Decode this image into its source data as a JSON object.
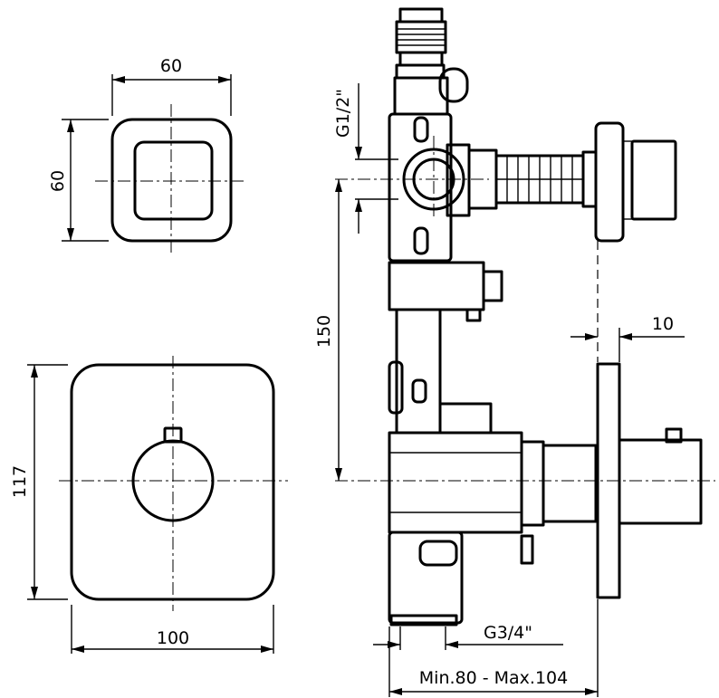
{
  "dimensions": {
    "small_plate_width": "60",
    "small_plate_height": "60",
    "large_plate_height": "117",
    "large_plate_width": "100",
    "top_inlet_thread": "G1/2\"",
    "valve_spacing": "150",
    "flange_thickness": "10",
    "bottom_outlet_thread": "G3/4\"",
    "wall_depth": "Min.80 - Max.104"
  }
}
